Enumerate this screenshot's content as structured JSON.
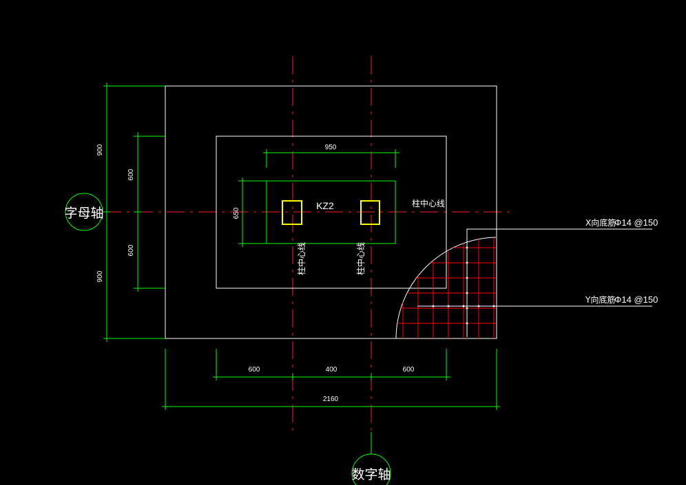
{
  "colors": {
    "background": "#000000",
    "outline": "#ffffff",
    "dimension": "#00ff00",
    "centerline": "#ff2020",
    "column": "#ffff00",
    "rebar": "#ff0000"
  },
  "axes": {
    "letter_axis": "字母轴",
    "number_axis": "数字轴"
  },
  "labels": {
    "column_id": "KZ2",
    "centerline_h": "柱中心线",
    "centerline_v1": "柱中心线",
    "centerline_v2": "柱中心线",
    "x_rebar_label": "X向底筋",
    "x_rebar_spec": "Φ14 @150",
    "y_rebar_label": "Y向底筋",
    "y_rebar_spec": "Φ14 @150"
  },
  "dimensions": {
    "top_950": "950",
    "left_outer_top": "900",
    "left_outer_bottom": "900",
    "left_inner_top": "600",
    "left_inner_bottom": "600",
    "cap_height": "650",
    "bottom_left": "600",
    "bottom_mid": "400",
    "bottom_right": "600",
    "bottom_total": "2160"
  }
}
